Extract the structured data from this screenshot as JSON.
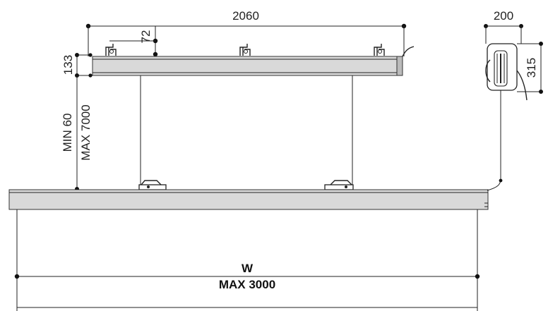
{
  "dimensions": {
    "top_length": "2060",
    "bracket_offset": "72",
    "rail_height": "133",
    "drop_min": "MIN 60",
    "drop_max": "MAX 7000",
    "motor_width": "200",
    "motor_height": "315",
    "width_label": "W",
    "width_max": "MAX 3000"
  }
}
